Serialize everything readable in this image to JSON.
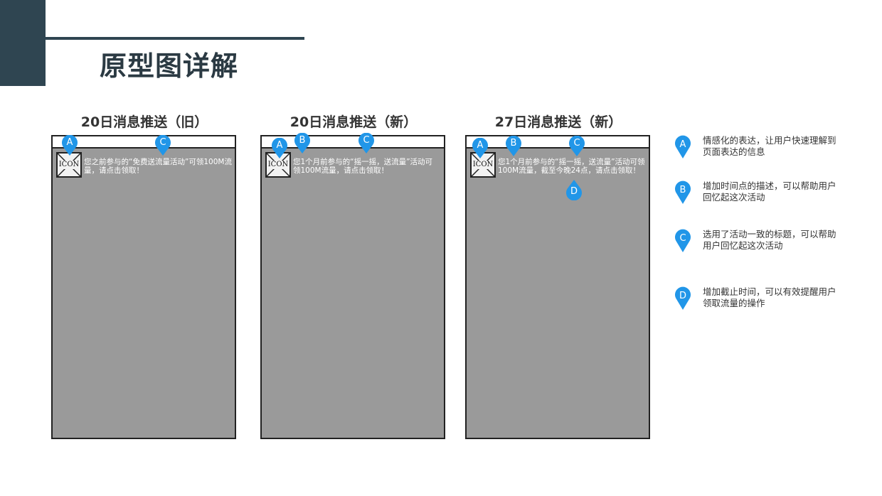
{
  "page_title": "原型图详解",
  "panels": [
    {
      "heading": "20日消息推送（旧）",
      "icon_label": "ICON",
      "message": "您之前参与的“免费送流量活动”可领100M流量，请点击领取！",
      "markers": [
        "A",
        "C"
      ]
    },
    {
      "heading": "20日消息推送（新）",
      "icon_label": "ICON",
      "message": "您1个月前参与的“摇一摇，送流量”活动可领100M流量，请点击领取！",
      "markers": [
        "A",
        "B",
        "C"
      ]
    },
    {
      "heading": "27日消息推送（新）",
      "icon_label": "ICON",
      "message": "您1个月前参与的“摇一摇，送流量”活动可领100M流量，截至今晚24点，请点击领取！",
      "markers": [
        "A",
        "B",
        "C",
        "D"
      ]
    }
  ],
  "legend": [
    {
      "marker": "A",
      "text": "情感化的表达，让用户快速理解到页面表达的信息"
    },
    {
      "marker": "B",
      "text": "增加时间点的描述，可以帮助用户回忆起这次活动"
    },
    {
      "marker": "C",
      "text": "选用了活动一致的标题，可以帮助用户回忆起这次活动"
    },
    {
      "marker": "D",
      "text": "增加截止时间，可以有效提醒用户领取流量的操作"
    }
  ],
  "colors": {
    "accent_dark": "#2f4551",
    "marker_blue": "#2196e8",
    "screen_gray": "#9a9a9a"
  }
}
